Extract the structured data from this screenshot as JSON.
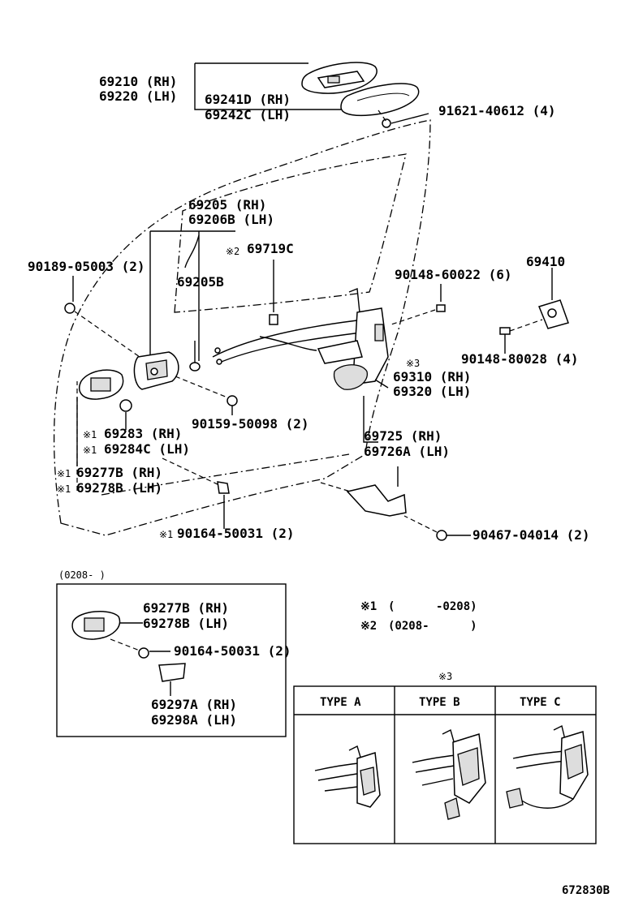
{
  "labels": {
    "p69210": "69210 (RH)",
    "p69220": "69220 (LH)",
    "p69241": "69241D (RH)",
    "p69242": "69242C (LH)",
    "p91621": "91621-40612 (4)",
    "p69205": "69205 (RH)",
    "p69206": "69206B (LH)",
    "p69719": "69719C",
    "p69205b": "69205B",
    "p90189": "90189-05003 (2)",
    "p90148a": "90148-60022 (6)",
    "p69410": "69410",
    "p90148b": "90148-80028 (4)",
    "p69310": "69310 (RH)",
    "p69320": "69320 (LH)",
    "p69283": "69283 (RH)",
    "p69284": "69284C (LH)",
    "p90159": "90159-50098 (2)",
    "p69725": "69725 (RH)",
    "p69726": "69726A (LH)",
    "p69277a": "69277B (RH)",
    "p69278a": "69278B (LH)",
    "p90164a": "90164-50031 (2)",
    "p90467": "90467-04014 (2)",
    "p69277b": "69277B (RH)",
    "p69278b": "69278B (LH)",
    "p90164b": "90164-50031 (2)",
    "p69297": "69297A (RH)",
    "p69298": "69298A (LH)"
  },
  "marks": {
    "m1": "※1",
    "m2": "※2",
    "m3": "※3"
  },
  "inset_range": "(0208-    )",
  "notes": [
    {
      "mark": "※1",
      "text": "(      -0208)"
    },
    {
      "mark": "※2",
      "text": "(0208-      )"
    }
  ],
  "types_table": {
    "mark": "※3",
    "headers": [
      "TYPE A",
      "TYPE B",
      "TYPE C"
    ]
  },
  "figure_id": "672830B"
}
